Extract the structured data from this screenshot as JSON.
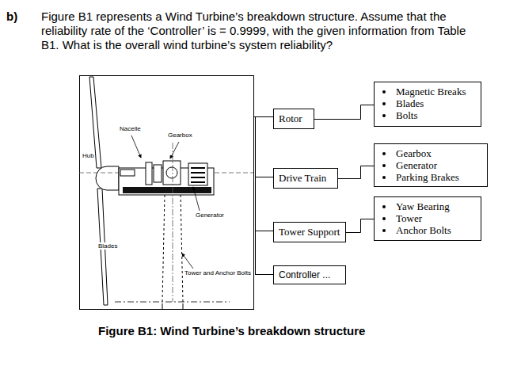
{
  "diagram": {
    "caption": "Figure B1: Wind Turbine’s breakdown structure",
    "nodes": [
      {
        "text": [
          "Rotor"
        ]
      },
      {
        "text": [
          "Drive Train"
        ]
      },
      {
        "text": [
          "Tower Support"
        ]
      },
      {
        "text": [
          "Controller ..."
        ]
      },
      {
        "text": [
          "Magnetic Breaks",
          "Blades",
          "Bolts"
        ]
      },
      {
        "text": [
          "Gearbox",
          "Generator",
          "Parking Brakes"
        ]
      },
      {
        "text": [
          "Yaw Bearing",
          "Tower",
          "Anchor Bolts"
        ]
      }
    ],
    "edges": [
      {
        "from": 0,
        "to": 4,
        "arrow": "none"
      },
      {
        "from": 1,
        "to": 5,
        "arrow": "none"
      },
      {
        "from": 2,
        "to": 6,
        "arrow": "none"
      }
    ],
    "labels": [
      "b)",
      "Figure B1 represents a Wind Turbine’s breakdown structure. Assume that the reliability rate of the ‘Controller’ is = 0.9999, with the given information from Table B1. What is the overall wind turbine’s system reliability?",
      "Nacelle",
      "Gearbox",
      "Hub",
      "Generator",
      "Blades",
      "Tower and Anchor Bolts"
    ]
  }
}
